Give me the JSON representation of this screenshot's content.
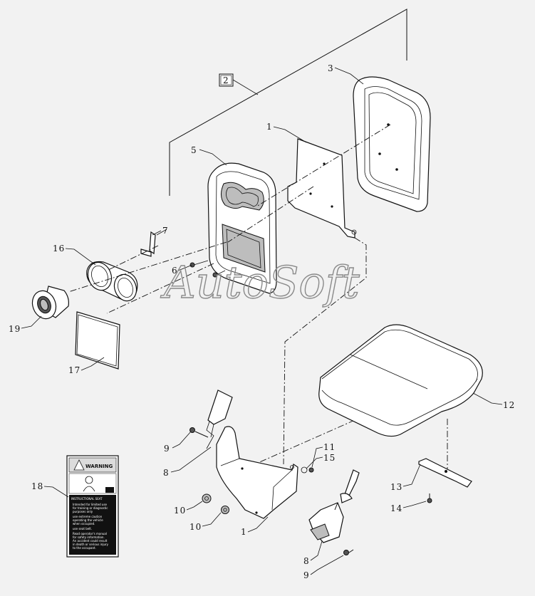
{
  "watermark": "AutoSoft",
  "callouts": [
    {
      "id": "2",
      "text": "2"
    },
    {
      "id": "3",
      "text": "3"
    },
    {
      "id": "1a",
      "text": "1"
    },
    {
      "id": "5",
      "text": "5"
    },
    {
      "id": "7",
      "text": "7"
    },
    {
      "id": "16",
      "text": "16"
    },
    {
      "id": "6",
      "text": "6"
    },
    {
      "id": "19",
      "text": "19"
    },
    {
      "id": "17",
      "text": "17"
    },
    {
      "id": "12",
      "text": "12"
    },
    {
      "id": "9a",
      "text": "9"
    },
    {
      "id": "8a",
      "text": "8"
    },
    {
      "id": "11",
      "text": "11"
    },
    {
      "id": "15",
      "text": "15"
    },
    {
      "id": "18",
      "text": "18"
    },
    {
      "id": "10a",
      "text": "10"
    },
    {
      "id": "10b",
      "text": "10"
    },
    {
      "id": "1b",
      "text": "1"
    },
    {
      "id": "13",
      "text": "13"
    },
    {
      "id": "14",
      "text": "14"
    },
    {
      "id": "8b",
      "text": "8"
    },
    {
      "id": "9b",
      "text": "9"
    }
  ],
  "warning_label": {
    "heading": "WARNING",
    "subheading": "INSTRUCTIONAL SEAT",
    "lines": [
      "Intended for limited use",
      "for training or diagnostic",
      "purposes only",
      "use extreme caution",
      "operating the vehicle",
      "when occupied.",
      "use seat belt.",
      "Read operator's manual",
      "for safety information.",
      "An accident could result",
      "in death or serious injury",
      "to the occupant."
    ]
  }
}
